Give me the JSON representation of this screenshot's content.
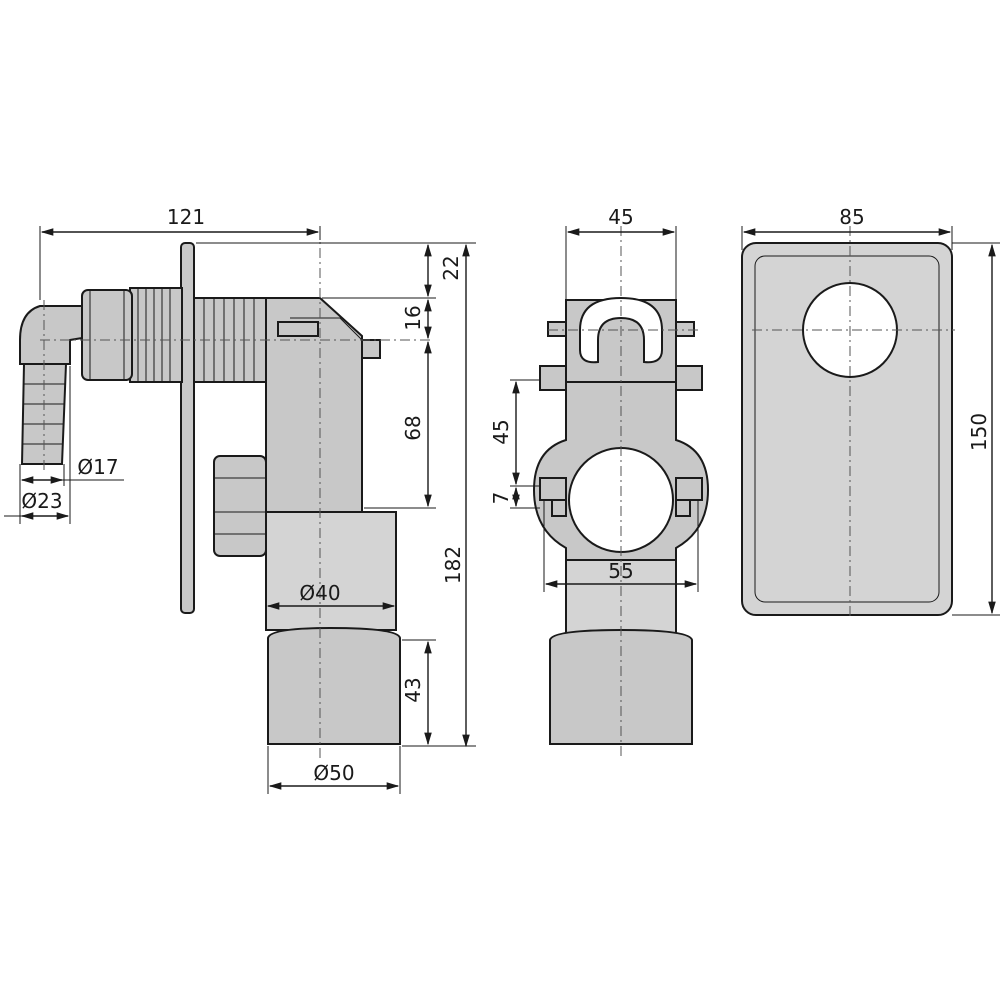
{
  "dimensions": {
    "side_width": "121",
    "top_offset": "22",
    "flange_height": "16",
    "body_height": "68",
    "total_height": "182",
    "outlet_height": "43",
    "hose_diameter_small": "Ø17",
    "hose_diameter_large": "Ø23",
    "inner_diameter": "Ø40",
    "outlet_diameter": "Ø50",
    "front_width": "45",
    "bracket_spacing": "45",
    "bracket_gap": "7",
    "front_outlet_width": "55",
    "plate_width": "85",
    "plate_height": "150"
  },
  "colors": {
    "line": "#1a1a1a",
    "fill": "#c8c8c8",
    "background": "#ffffff"
  }
}
